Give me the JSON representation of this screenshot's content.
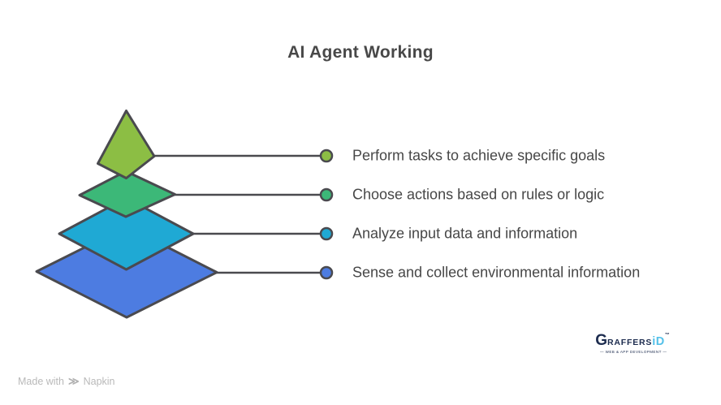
{
  "title": "AI Agent Working",
  "colors": {
    "background": "#ffffff",
    "outline": "#4a4a4f",
    "connector": "#4a4a4f",
    "title_text": "#484848",
    "label_text": "#474747",
    "watermark_text": "#b9b9b9",
    "logo_navy": "#1c2b4e",
    "logo_cyan": "#55c1e9"
  },
  "layers": [
    {
      "label": "Perform tasks to achieve specific goals",
      "color": "#8cbe44"
    },
    {
      "label": "Choose actions based on rules or logic",
      "color": "#3cb878"
    },
    {
      "label": "Analyze input data and information",
      "color": "#1fa9d4"
    },
    {
      "label": "Sense and collect environmental information",
      "color": "#4d7ce1"
    }
  ],
  "watermark": {
    "prefix": "Made with",
    "icon": "≫",
    "brand": "Napkin"
  },
  "logo": {
    "initial": "G",
    "rest": "RAFFERS",
    "suffix": "iD",
    "trademark": "™",
    "tagline": "— WEB & APP DEVELOPMENT —"
  }
}
